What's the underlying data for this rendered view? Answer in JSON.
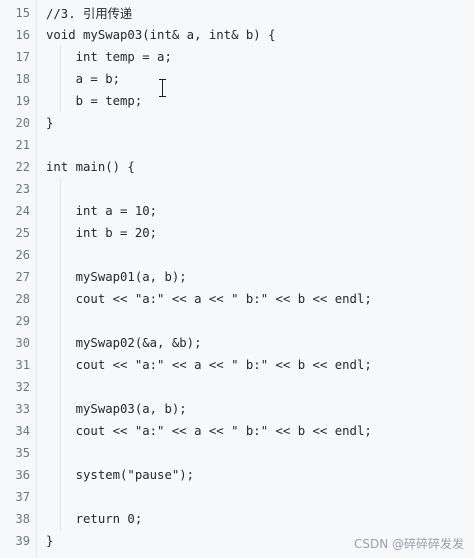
{
  "editor": {
    "lines": [
      {
        "num": "15",
        "code": "//3. 引用传递"
      },
      {
        "num": "16",
        "code": "void mySwap03(int& a, int& b) {"
      },
      {
        "num": "17",
        "code": "    int temp = a;"
      },
      {
        "num": "18",
        "code": "    a = b;"
      },
      {
        "num": "19",
        "code": "    b = temp;"
      },
      {
        "num": "20",
        "code": "}"
      },
      {
        "num": "21",
        "code": ""
      },
      {
        "num": "22",
        "code": "int main() {"
      },
      {
        "num": "23",
        "code": ""
      },
      {
        "num": "24",
        "code": "    int a = 10;"
      },
      {
        "num": "25",
        "code": "    int b = 20;"
      },
      {
        "num": "26",
        "code": ""
      },
      {
        "num": "27",
        "code": "    mySwap01(a, b);"
      },
      {
        "num": "28",
        "code": "    cout << \"a:\" << a << \" b:\" << b << endl;"
      },
      {
        "num": "29",
        "code": ""
      },
      {
        "num": "30",
        "code": "    mySwap02(&a, &b);"
      },
      {
        "num": "31",
        "code": "    cout << \"a:\" << a << \" b:\" << b << endl;"
      },
      {
        "num": "32",
        "code": ""
      },
      {
        "num": "33",
        "code": "    mySwap03(a, b);"
      },
      {
        "num": "34",
        "code": "    cout << \"a:\" << a << \" b:\" << b << endl;"
      },
      {
        "num": "35",
        "code": ""
      },
      {
        "num": "36",
        "code": "    system(\"pause\");"
      },
      {
        "num": "37",
        "code": ""
      },
      {
        "num": "38",
        "code": "    return 0;"
      },
      {
        "num": "39",
        "code": "}"
      }
    ]
  },
  "watermark": "CSDN @碎碎碎发发"
}
